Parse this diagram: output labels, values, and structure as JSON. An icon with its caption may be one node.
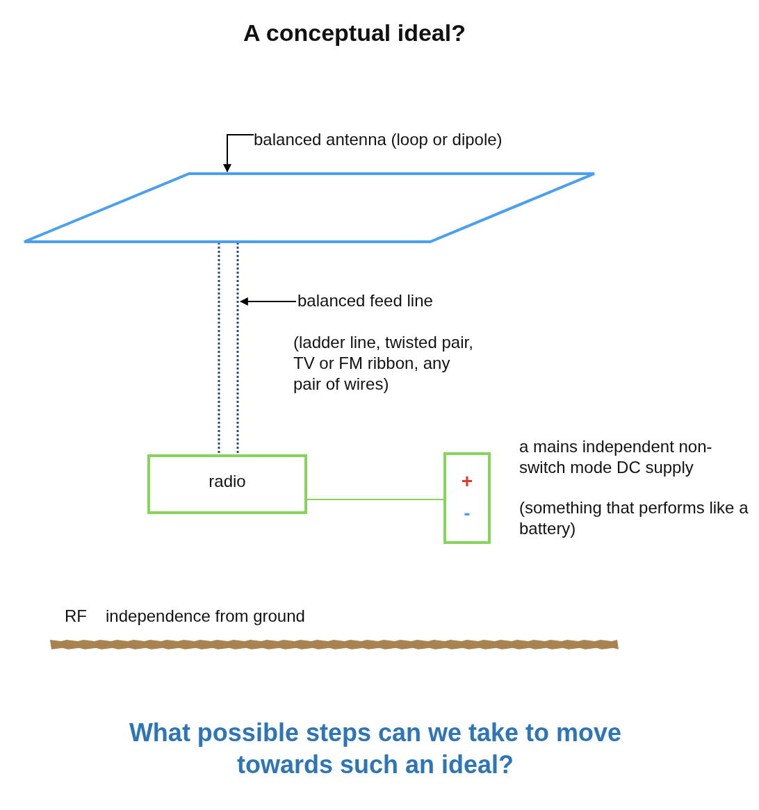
{
  "diagram": {
    "title": "A conceptual ideal?",
    "caption": "What possible steps can we take to move towards such an ideal?",
    "nodes": [
      {
        "text": [
          "balanced antenna (loop or dipole)"
        ]
      },
      {
        "text": [],
        "shape": "parallelogram"
      },
      {
        "text": [
          "balanced feed line"
        ]
      },
      {
        "text": [
          "radio"
        ]
      },
      {
        "text": [
          "+",
          "-"
        ],
        "beside": [
          "a mains independent non-switch mode DC supply",
          "(something that performs like a battery)"
        ]
      }
    ],
    "edges": [
      {
        "from": 0,
        "to": 1,
        "arrow": "to"
      },
      {
        "from": 2,
        "to": null,
        "arrow": "to"
      },
      {
        "from": 1,
        "to": 3,
        "arrow": "none",
        "style": "dashed",
        "color": "#2c4a7a"
      },
      {
        "from": 3,
        "to": 4,
        "arrow": "none",
        "color": "#86d55a"
      }
    ],
    "labels": [
      "(ladder line, twisted pair, TV or FM ribbon, any pair of wires)",
      "RF",
      "independence from ground"
    ]
  }
}
